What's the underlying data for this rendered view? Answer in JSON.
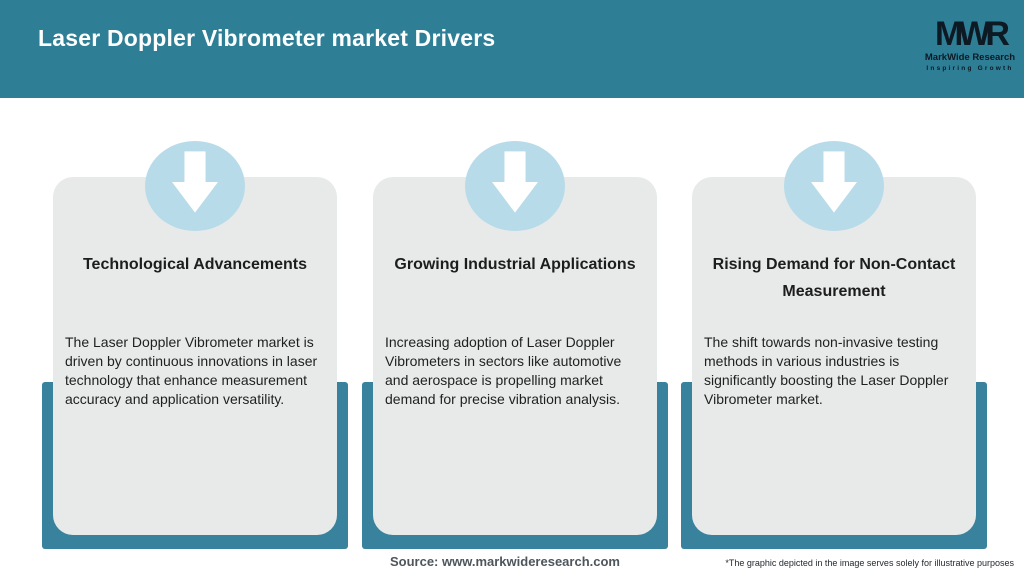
{
  "header": {
    "title": "Laser Doppler Vibrometer market Drivers"
  },
  "logo": {
    "monogram": "MWR",
    "name": "MarkWide Research",
    "tagline": "Inspiring Growth"
  },
  "cards": [
    {
      "icon": "down-arrow-icon",
      "title": "Technological Advancements",
      "body": "The Laser Doppler Vibrometer market is driven by continuous innovations in laser technology that enhance measurement accuracy and application versatility."
    },
    {
      "icon": "down-arrow-icon",
      "title": "Growing Industrial Applications",
      "body": "Increasing adoption of Laser Doppler Vibrometers in sectors like automotive and aerospace is propelling market demand for precise vibration analysis."
    },
    {
      "icon": "down-arrow-icon",
      "title": "Rising Demand for Non-Contact Measurement",
      "body": "The shift towards non-invasive testing methods in various industries is significantly boosting the Laser Doppler Vibrometer market."
    }
  ],
  "footer": {
    "source": "Source: www.markwideresearch.com",
    "disclaimer": "*The graphic depicted in the image serves solely for illustrative purposes"
  },
  "colors": {
    "header_bg": "#2e7e95",
    "card_bg": "#e8eaea",
    "shadow_teal": "#38829d",
    "circle_blue": "#b8dbe9",
    "arrow_white": "#ffffff",
    "header_title_text": "#fdfefe",
    "card_text": "#1d1d1d",
    "logo_dark": "#0d1a24",
    "source_text": "#4e565c"
  }
}
